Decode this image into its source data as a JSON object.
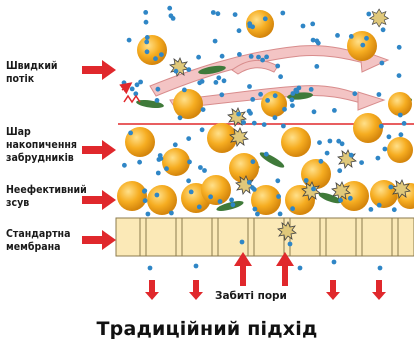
{
  "labels": {
    "fast_flow": "Швидкий\nпотік",
    "accumulation_layer": "Шар\nнакопичення\nзабрудників",
    "ineffective_shear": "Неефективний\nзсув",
    "standard_membrane": "Стандартна\nмембрана",
    "clogged_pores": "Забиті пори"
  },
  "caption": "Традиційний підхід",
  "colors": {
    "particle_orange": "#f5a51e",
    "particle_blue": "#2f86c6",
    "arrow_red": "#e0282c",
    "membrane_fill": "#fbe9b7",
    "membrane_stroke": "#8b7a4e",
    "flow_pink": "#f3b6b6",
    "leaf_green": "#3f7a3a"
  }
}
